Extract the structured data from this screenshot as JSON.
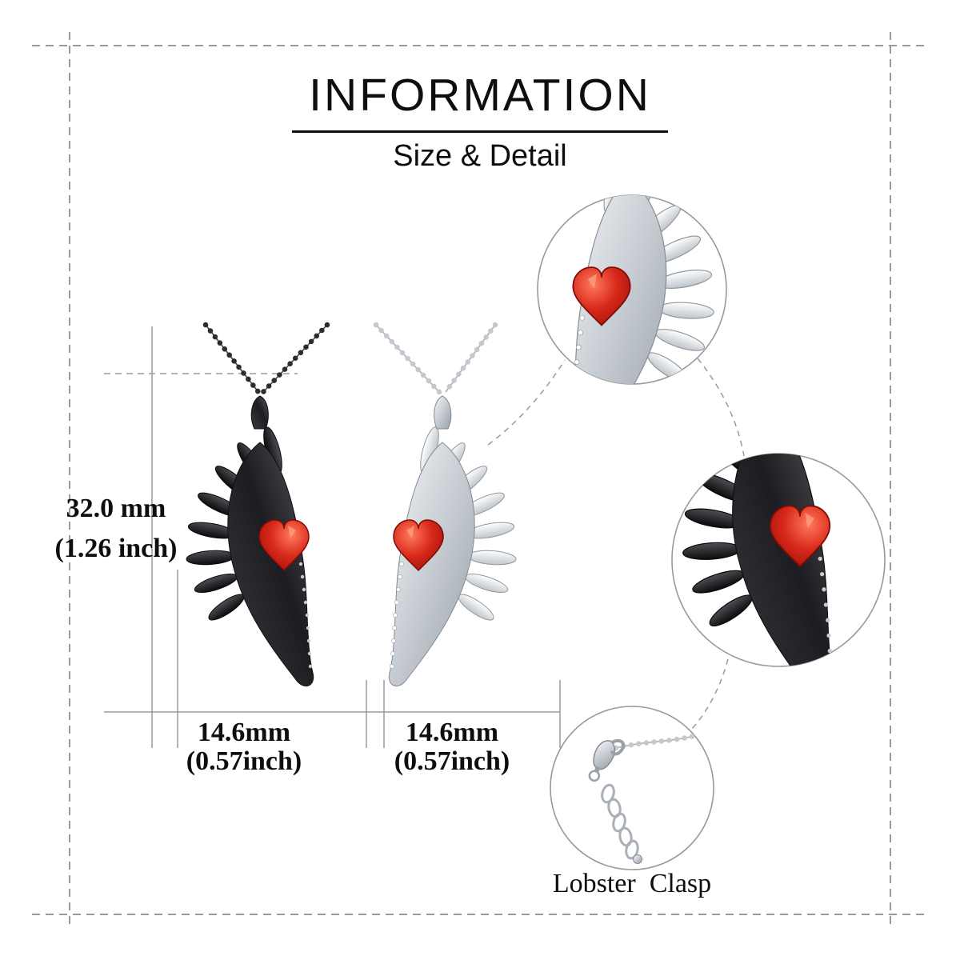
{
  "header": {
    "title": "INFORMATION",
    "subtitle": "Size & Detail"
  },
  "dimensions": {
    "height": {
      "mm": "32.0 mm",
      "inch": "(1.26 inch)"
    },
    "width_left": {
      "mm": "14.6mm",
      "inch": "(0.57inch)"
    },
    "width_right": {
      "mm": "14.6mm",
      "inch": "(0.57inch)"
    }
  },
  "callouts": {
    "clasp_label": "Lobster  Clasp"
  },
  "colors": {
    "gem_red": "#b51a0c",
    "metal_black": "#26262b",
    "metal_silver": "#c3c9cf",
    "line_gray": "#9a9a9a",
    "text_black": "#0e0e0e"
  }
}
